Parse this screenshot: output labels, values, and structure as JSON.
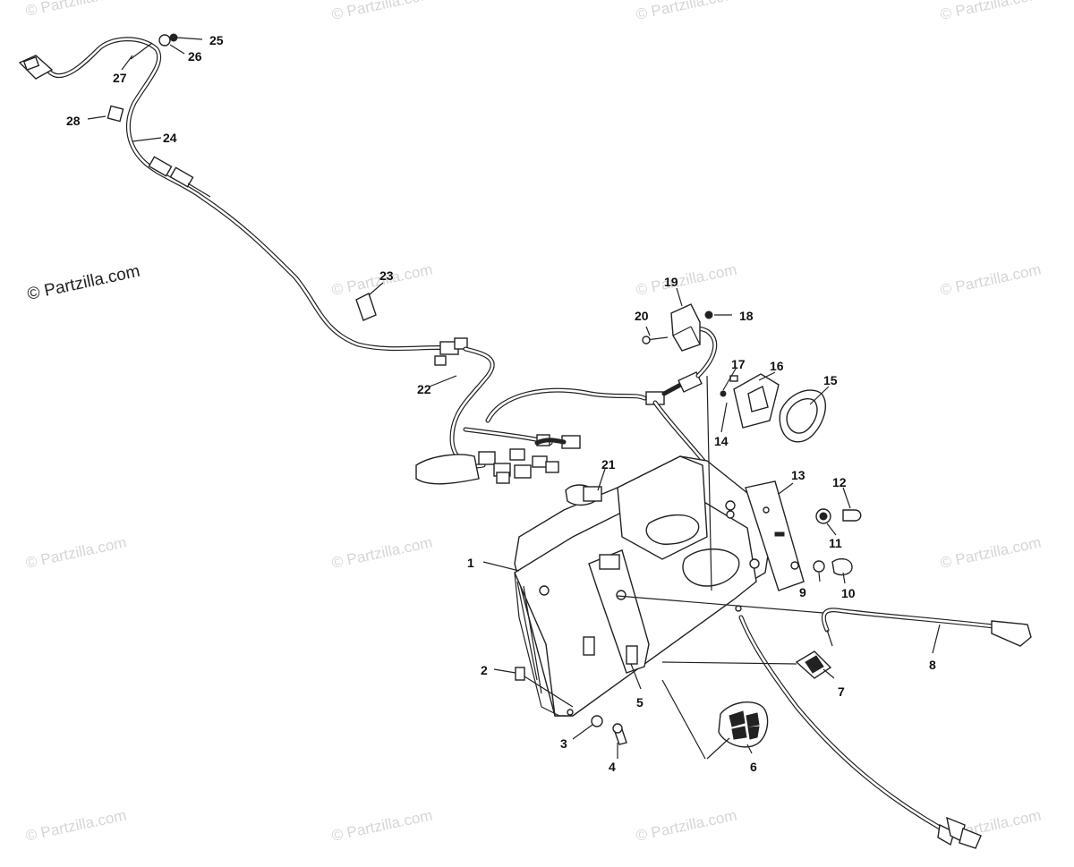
{
  "watermark": {
    "main_text": "© Partzilla.com",
    "tile_text": "© Partzilla.com"
  },
  "callouts": [
    {
      "id": "1",
      "label": "1"
    },
    {
      "id": "2",
      "label": "2"
    },
    {
      "id": "3",
      "label": "3"
    },
    {
      "id": "4",
      "label": "4"
    },
    {
      "id": "5",
      "label": "5"
    },
    {
      "id": "6",
      "label": "6"
    },
    {
      "id": "7",
      "label": "7"
    },
    {
      "id": "8",
      "label": "8"
    },
    {
      "id": "9",
      "label": "9"
    },
    {
      "id": "10",
      "label": "10"
    },
    {
      "id": "11",
      "label": "11"
    },
    {
      "id": "12",
      "label": "12"
    },
    {
      "id": "13",
      "label": "13"
    },
    {
      "id": "14",
      "label": "14"
    },
    {
      "id": "15",
      "label": "15"
    },
    {
      "id": "16",
      "label": "16"
    },
    {
      "id": "17",
      "label": "17"
    },
    {
      "id": "18",
      "label": "18"
    },
    {
      "id": "19",
      "label": "19"
    },
    {
      "id": "20",
      "label": "20"
    },
    {
      "id": "21",
      "label": "21"
    },
    {
      "id": "22",
      "label": "22"
    },
    {
      "id": "23",
      "label": "23"
    },
    {
      "id": "24",
      "label": "24"
    },
    {
      "id": "25",
      "label": "25"
    },
    {
      "id": "26",
      "label": "26"
    },
    {
      "id": "27",
      "label": "27"
    },
    {
      "id": "28",
      "label": "28"
    }
  ],
  "colors": {
    "ink": "#222222",
    "watermark": "#d6d6d6",
    "background": "#ffffff"
  }
}
